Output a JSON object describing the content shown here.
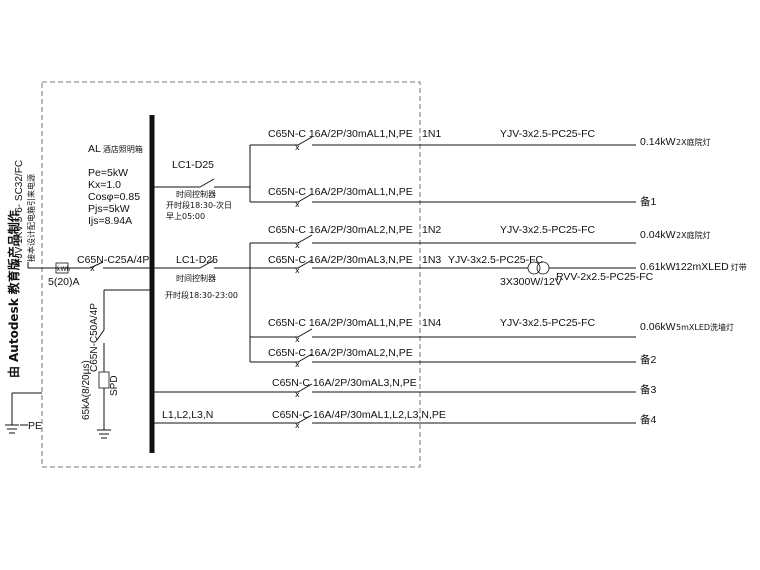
{
  "panel": {
    "name": "AL",
    "name_cn": "酒店照明箱",
    "pe": "Pe=5kW",
    "kx": "Kx=1.0",
    "cos": "Cosφ=0.85",
    "pjs": "Pjs=5kW",
    "ijs": "Ijs=8.94A"
  },
  "incoming": {
    "cable": "YJV-1KV-5*6- SC32/FC",
    "cable_note": "接本设计配电箱引来电源",
    "meter_box": "kWh",
    "meter_rating": "5(20)A",
    "breaker": "C65N-C25A/4P",
    "pe": "PE"
  },
  "spd": {
    "breaker": "C65N-C50A/4P",
    "rating": "65kA(8/20µs)",
    "label": "SPD"
  },
  "contactors": [
    {
      "id": "LC1-D25",
      "timer": "时间控制器",
      "line1": "开时段18:30-次日",
      "line2": "早上05:00"
    },
    {
      "id": "LC1-D25",
      "timer": "时间控制器",
      "line1": "开时段18:30-23:00",
      "line2": ""
    }
  ],
  "bus_label": "L1,L2,L3,N",
  "circuits": [
    {
      "breaker": "C65N-C 16A/2P/30mAL1,N,PE",
      "id": "1N1",
      "cable": "YJV-3x2.5-PC25-FC",
      "load": "0.14kW",
      "note": "2X庭院灯"
    },
    {
      "breaker": "C65N-C 16A/2P/30mAL1,N,PE",
      "id": "",
      "cable": "",
      "load": "备1",
      "note": ""
    },
    {
      "breaker": "C65N-C 16A/2P/30mAL2,N,PE",
      "id": "1N2",
      "cable": "YJV-3x2.5-PC25-FC",
      "load": "0.04kW",
      "note": "2X庭院灯"
    },
    {
      "breaker": "C65N-C 16A/2P/30mAL3,N,PE",
      "id": "1N3",
      "cable": "YJV-3x2.5-PC25-FC",
      "load": "0.61kW",
      "note": "122mXLED灯带"
    },
    {
      "breaker": "C65N-C 16A/2P/30mAL1,N,PE",
      "id": "1N4",
      "cable": "YJV-3x2.5-PC25-FC",
      "load": "0.06kW",
      "note": "5mXLED洗墙灯"
    },
    {
      "breaker": "C65N-C 16A/2P/30mAL2,N,PE",
      "id": "",
      "cable": "",
      "load": "备2",
      "note": ""
    },
    {
      "breaker": "C65N-C 16A/2P/30mAL3,N,PE",
      "id": "",
      "cable": "",
      "load": "备3",
      "note": ""
    },
    {
      "breaker": "C65N-C 16A/4P/30mAL1,L2,L3,N,PE",
      "id": "",
      "cable": "",
      "load": "备4",
      "note": ""
    }
  ],
  "transformer": {
    "label": "3X300W/12V",
    "cable": "RVV-2x2.5-PC25-FC"
  },
  "watermark": {
    "prefix": "由",
    "brand": "Autodesk",
    "suffix": "教育版产品制作"
  }
}
